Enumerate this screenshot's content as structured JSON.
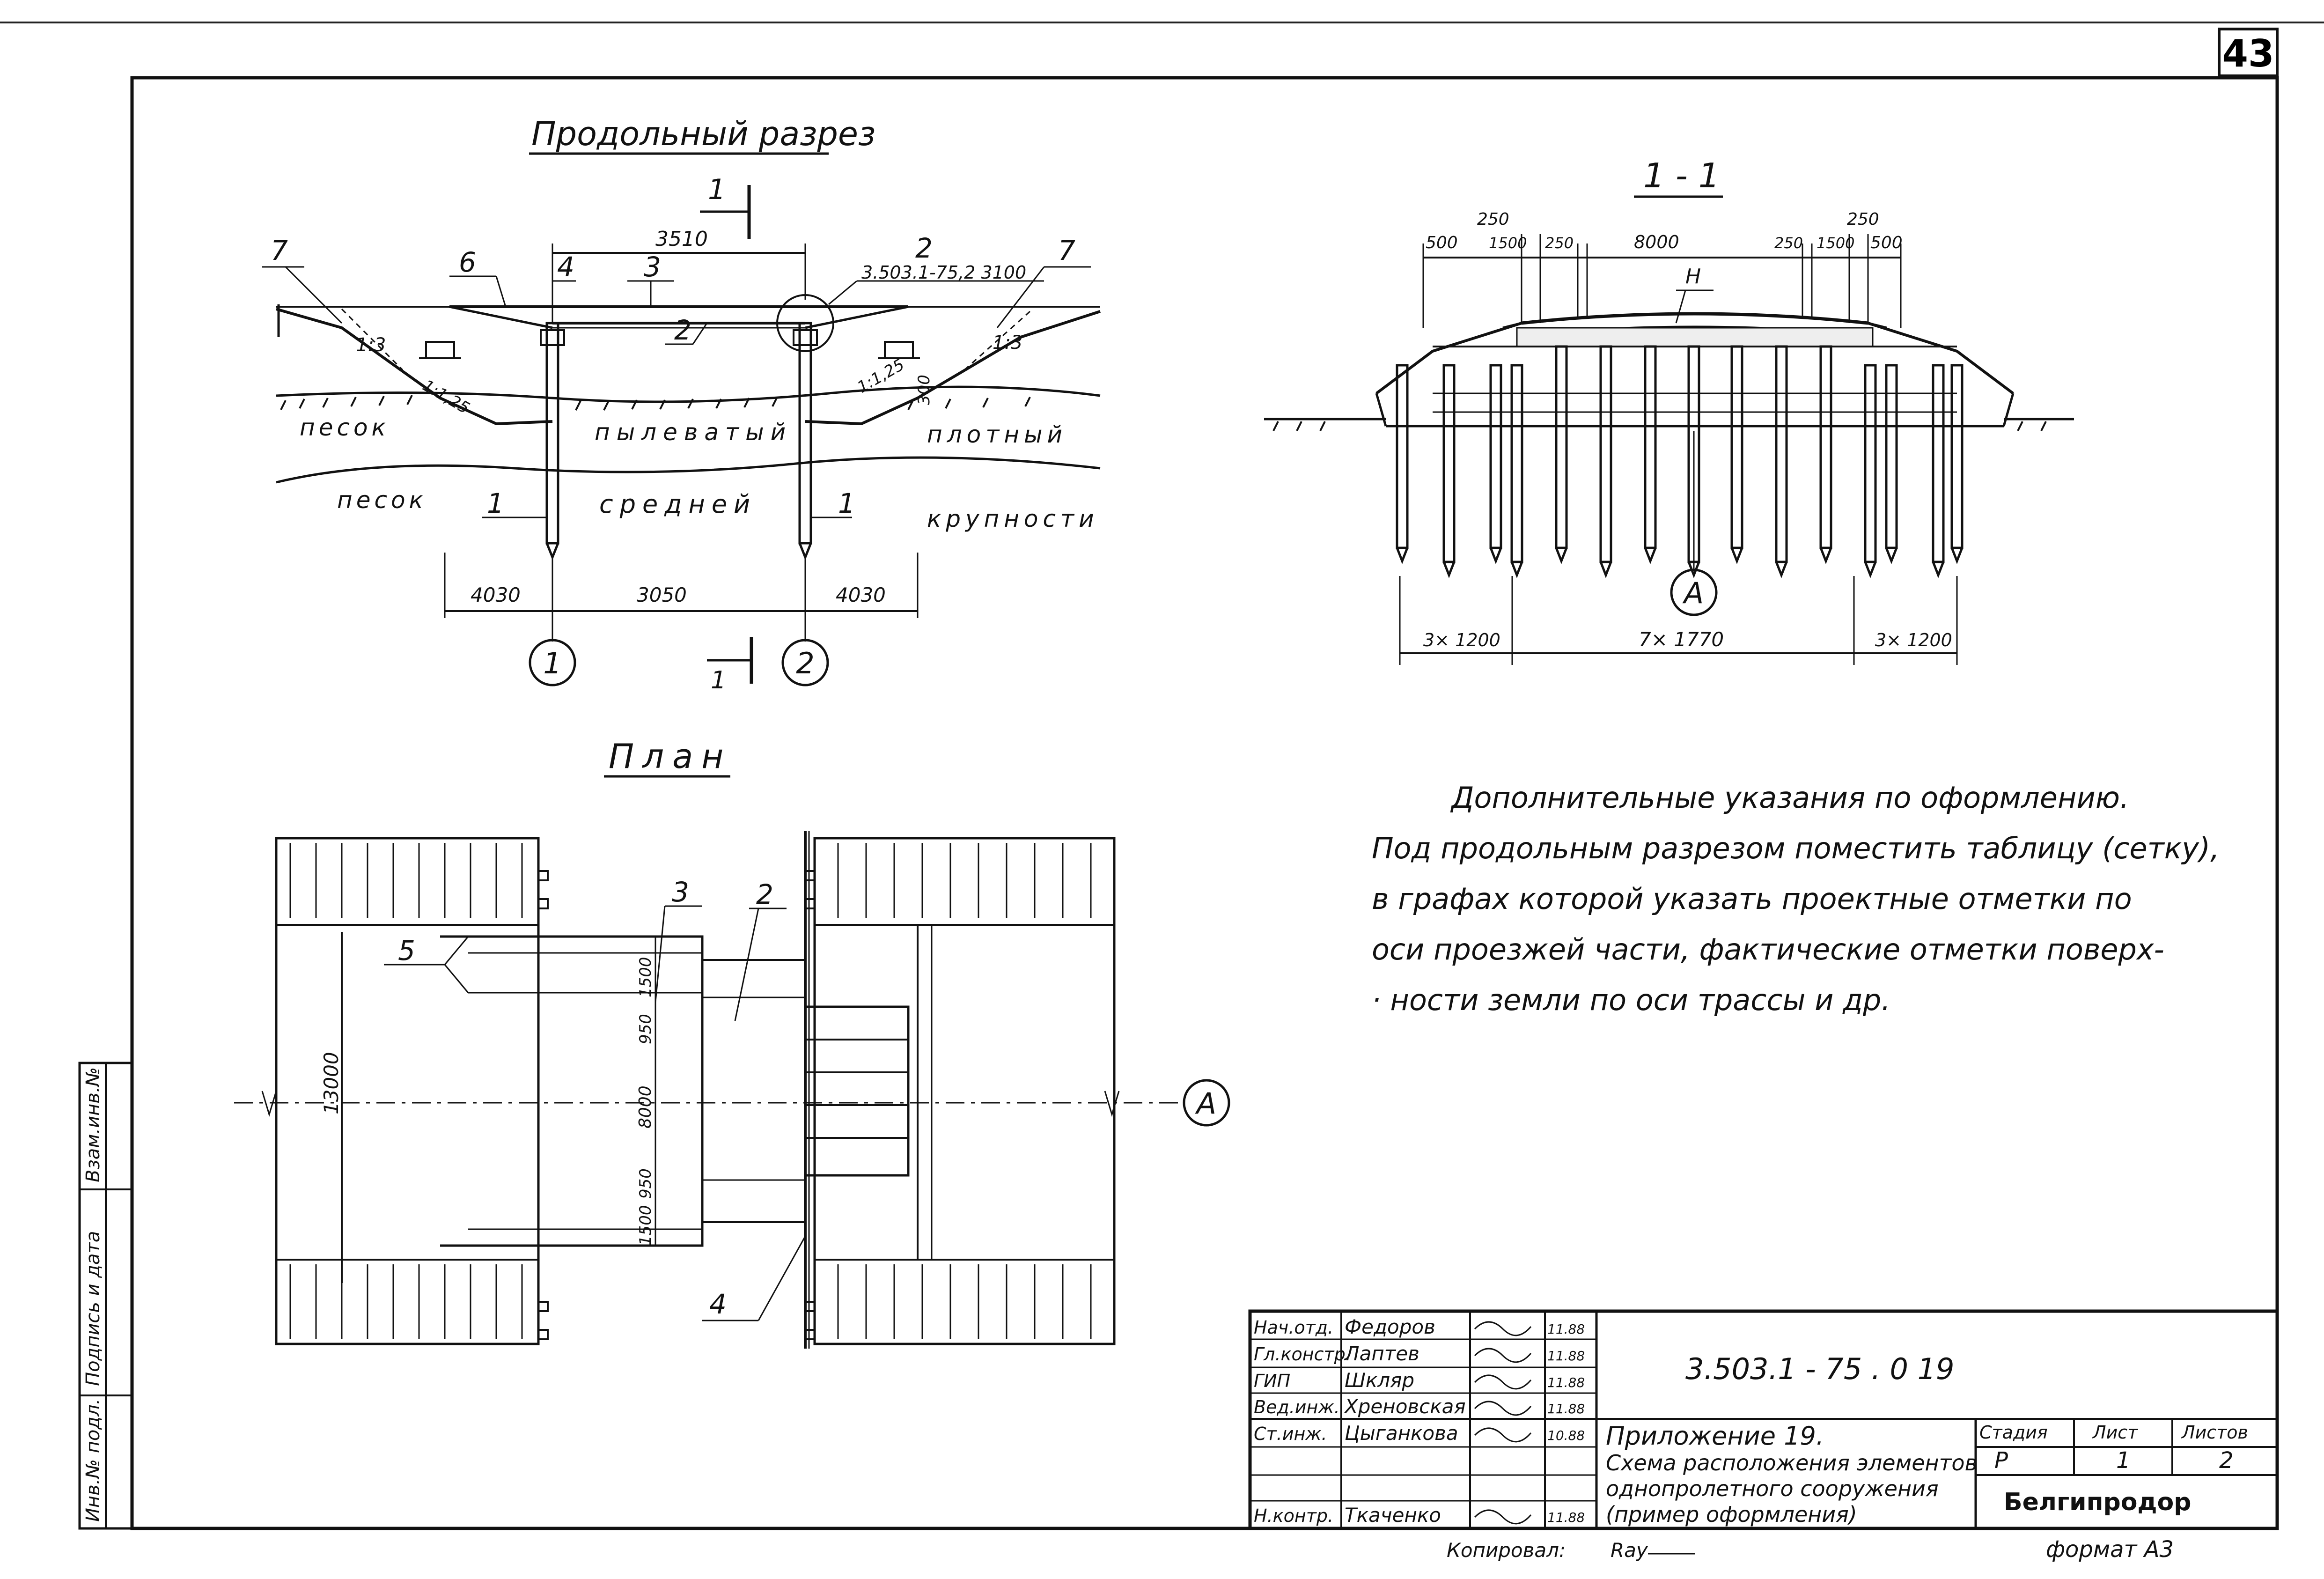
{
  "sheet": {
    "page_number": "43",
    "format_note": "формат А3",
    "copied_by": "Копировал:",
    "copied_sign": "Ray"
  },
  "side_stamp": {
    "inv_no": "Инв.№ подл.",
    "sign_date": "Подпись и дата",
    "replaces": "Взам.инв.№"
  },
  "longitudinal": {
    "title": "Продольный разрез",
    "section_mark": "1",
    "dims_top": "3510",
    "dims_bottom": [
      "4030",
      "3050",
      "4030"
    ],
    "ref_code": "3.503.1-75,2 3100",
    "callouts": [
      "7",
      "6",
      "4",
      "3",
      "2",
      "2",
      "7",
      "1",
      "1"
    ],
    "slopes": [
      "1:3",
      "1:3",
      "1:1,25",
      "1:1,25"
    ],
    "dim_300": "300",
    "soil": {
      "row1": [
        "песок",
        "пылеватый",
        "плотный"
      ],
      "row2": [
        "песок",
        "средней",
        "крупности"
      ]
    },
    "axes": [
      "1",
      "2"
    ]
  },
  "cross": {
    "title": "1 - 1",
    "dims_top_outer": [
      "250",
      "250"
    ],
    "dims_top": [
      "500",
      "1500",
      "250",
      "8000",
      "250",
      "1500",
      "500"
    ],
    "label_h": "Н",
    "axis": "А",
    "dims_bottom": [
      "3× 1200",
      "7× 1770",
      "3× 1200"
    ]
  },
  "plan": {
    "title": "План",
    "callouts": [
      "3",
      "2",
      "5",
      "4"
    ],
    "dims": [
      "13000",
      "1500",
      "950",
      "8000",
      "950",
      "1500"
    ],
    "axis": "А"
  },
  "notes": {
    "heading": "Дополнительные указания по оформлению.",
    "lines": [
      "Под продольным разрезом поместить таблицу (сетку),",
      "в графах которой указать проектные отметки по",
      "оси проезжей части, фактические отметки поверх-",
      "· ности земли по оси трассы и др."
    ]
  },
  "title_block": {
    "code": "3.503.1 - 75 . 0   19",
    "rows": [
      {
        "role": "Нач.отд.",
        "name": "Федоров",
        "date": "11.88"
      },
      {
        "role": "Гл.констр.",
        "name": "Лаптев",
        "date": "11.88"
      },
      {
        "role": "ГИП",
        "name": "Шкляр",
        "date": "11.88"
      },
      {
        "role": "Вед.инж.",
        "name": "Хреновская",
        "date": "11.88"
      },
      {
        "role": "Ст.инж.",
        "name": "Цыганкова",
        "date": "10.88"
      },
      {
        "role": "",
        "name": "",
        "date": ""
      },
      {
        "role": "Н.контр.",
        "name": "Ткаченко",
        "date": "11.88"
      }
    ],
    "title_lines": [
      "Приложение 19.",
      "Схема расположения элементов",
      "однопролетного сооружения",
      "(пример оформления)"
    ],
    "stage_label": "Стадия",
    "sheet_label": "Лист",
    "sheets_label": "Листов",
    "stage": "Р",
    "sheet": "1",
    "sheets": "2",
    "org": "Белгипродор"
  }
}
